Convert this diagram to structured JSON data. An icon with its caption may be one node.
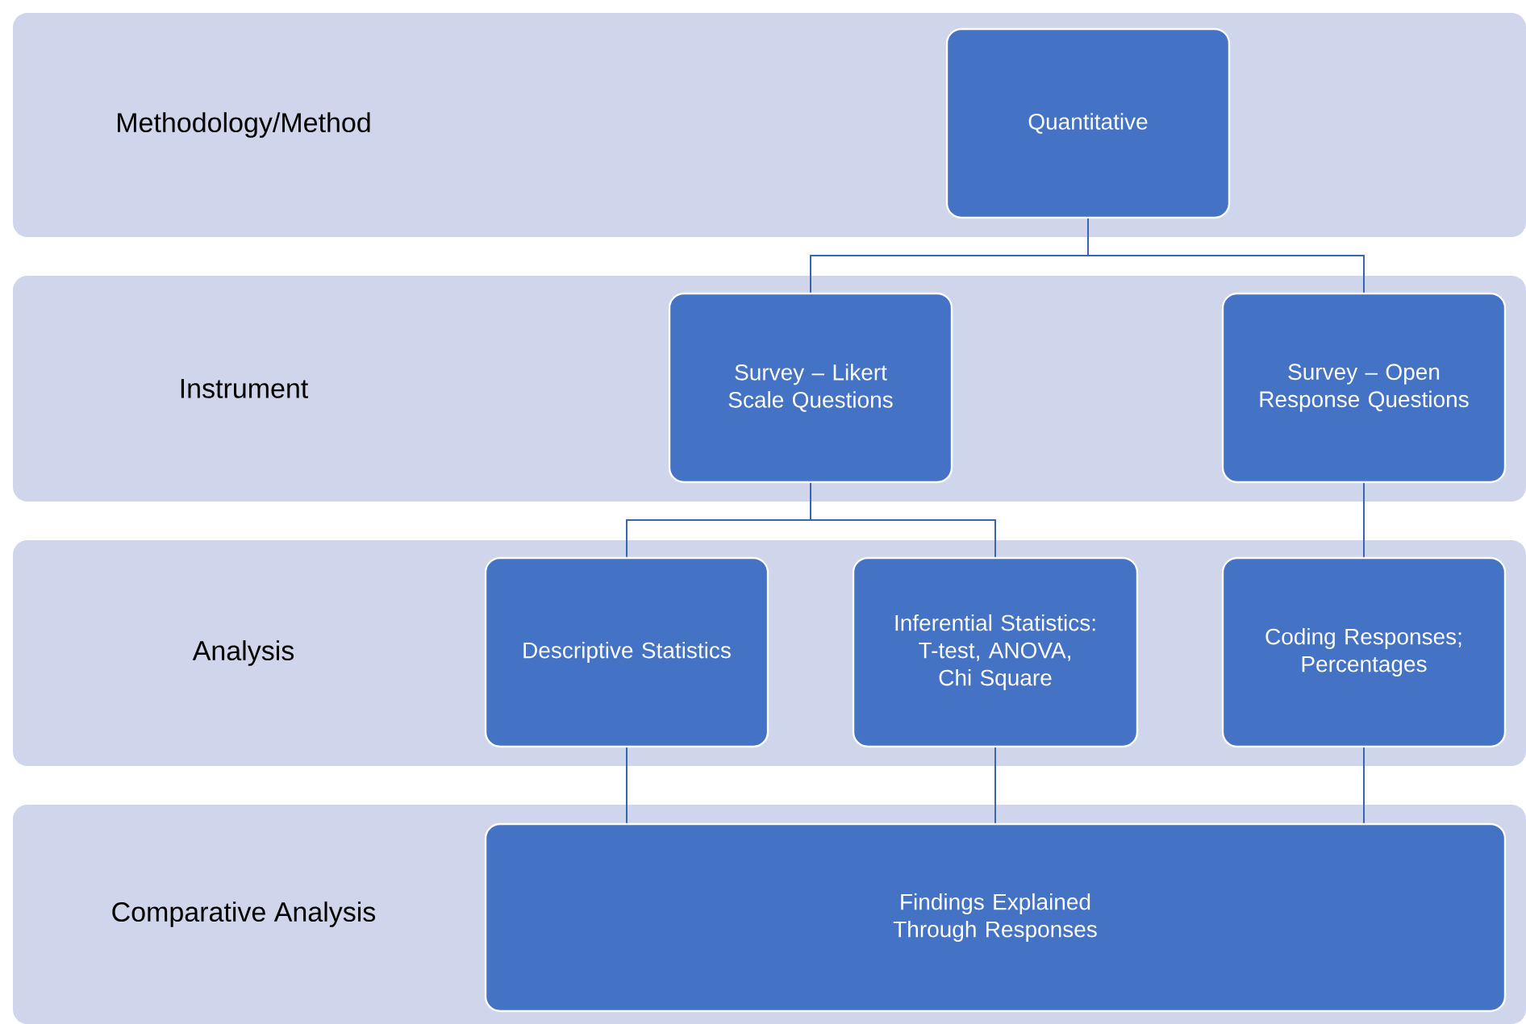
{
  "diagram": {
    "nodes": [
      {
        "text": [
          "Methodology/Method"
        ]
      },
      {
        "text": [
          "Quantitative"
        ],
        "in": 0
      },
      {
        "text": [
          "Instrument"
        ]
      },
      {
        "text": [
          "Survey – Likert Scale Questions"
        ],
        "in": 2
      },
      {
        "text": [
          "Survey – Open Response Questions"
        ],
        "in": 2
      },
      {
        "text": [
          "Analysis"
        ]
      },
      {
        "text": [
          "Descriptive Statistics"
        ],
        "in": 5
      },
      {
        "text": [
          "Inferential Statistics: T-test, ANOVA, Chi Square"
        ],
        "in": 5
      },
      {
        "text": [
          "Coding Responses; Percentages"
        ],
        "in": 5
      },
      {
        "text": [
          "Comparative Analysis"
        ]
      },
      {
        "text": [
          "Findings Explained Through Responses"
        ],
        "in": 9
      }
    ],
    "edges": [
      {
        "from": 1,
        "to": 3,
        "arrow": "none"
      },
      {
        "from": 1,
        "to": 4,
        "arrow": "none"
      },
      {
        "from": 3,
        "to": 6,
        "arrow": "none"
      },
      {
        "from": 3,
        "to": 7,
        "arrow": "none"
      },
      {
        "from": 4,
        "to": 8,
        "arrow": "none"
      },
      {
        "from": 6,
        "to": 10,
        "arrow": "none"
      },
      {
        "from": 7,
        "to": 10,
        "arrow": "none"
      },
      {
        "from": 8,
        "to": 10,
        "arrow": "none"
      }
    ]
  }
}
